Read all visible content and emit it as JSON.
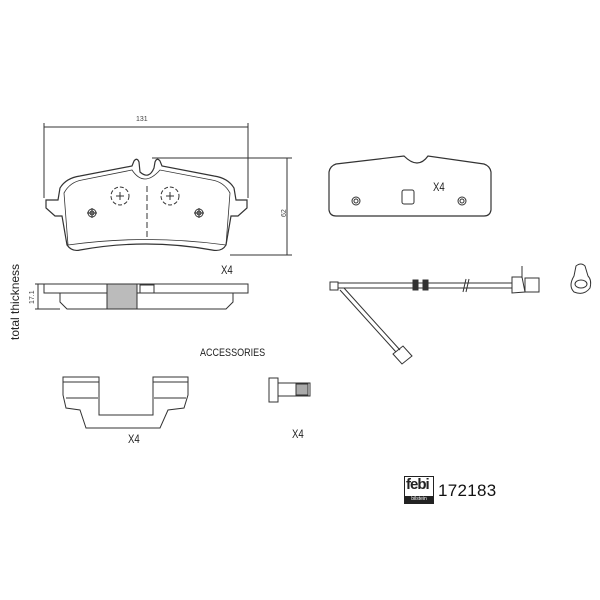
{
  "diagram": {
    "subject": "Brake pad set technical drawing",
    "main_pad": {
      "width_dim": "131",
      "height_dim": "62",
      "thickness_dim": "17.1",
      "thickness_label": "total thickness",
      "quantity": "X4"
    },
    "backing_plate": {
      "quantity": "X4"
    },
    "wear_sensor": {},
    "accessories": {
      "title": "ACCESSORIES",
      "clip_quantity": "X4",
      "bolt_quantity": "X4"
    },
    "brand": {
      "logo_top": "febi",
      "logo_bottom": "bilstein",
      "part_number": "172183"
    },
    "colors": {
      "line": "#333333",
      "background": "#ffffff"
    }
  }
}
